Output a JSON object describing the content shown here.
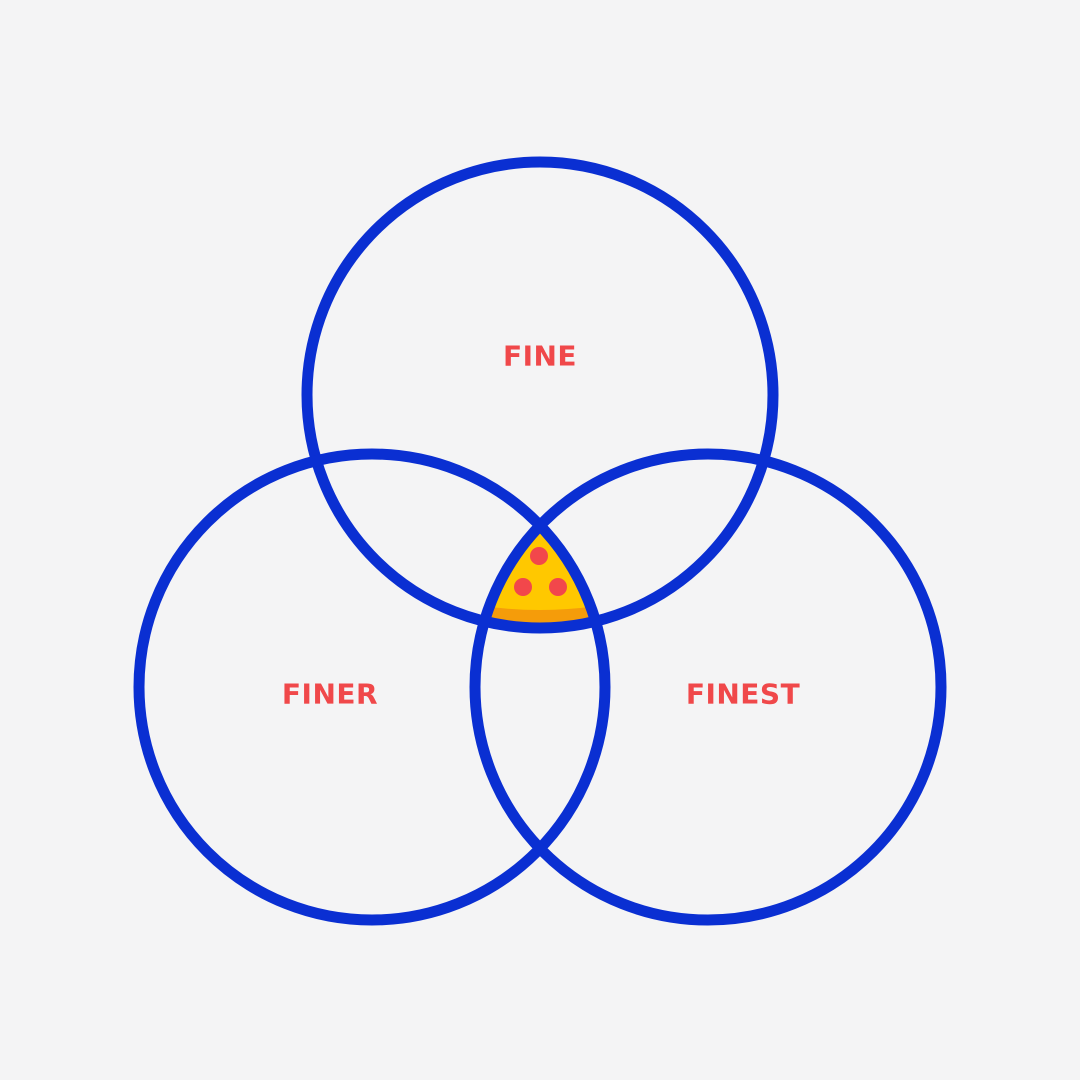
{
  "colors": {
    "background": "#f4f4f5",
    "ring": "#0a2fd2",
    "label": "#f0484a",
    "pizza_cheese": "#ffc800",
    "pizza_crust": "#f59c0a",
    "pepperoni": "#f2474b"
  },
  "diagram": {
    "type": "venn-three-sets",
    "sets": [
      {
        "id": "top",
        "label": "FINE"
      },
      {
        "id": "left",
        "label": "FINER"
      },
      {
        "id": "right",
        "label": "FINEST"
      }
    ],
    "intersection_icon": "pizza-slice-icon"
  }
}
